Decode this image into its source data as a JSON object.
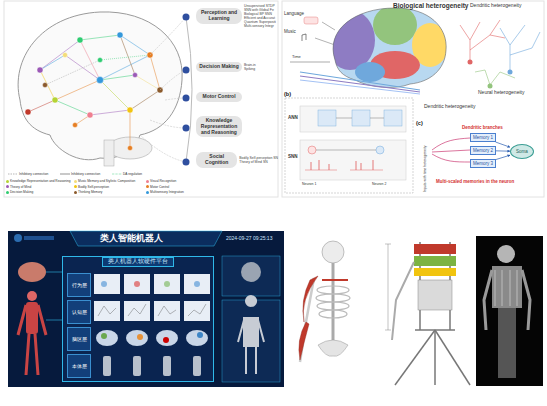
{
  "diagram": {
    "nodes": [
      {
        "text": [
          "Perception and Learning",
          "Unsupervised STDP",
          "SNN with Global Fe",
          "Biological BP SNN",
          "Efficient and Accurat",
          "Quantum Superpositi",
          "Multi-sensory Integr"
        ]
      },
      {
        "text": [
          "Decision Making",
          "Brain-in",
          "Spiking"
        ]
      },
      {
        "text": [
          "Motor Control"
        ]
      },
      {
        "text": [
          "Knowledge Representation and Reasoning"
        ]
      },
      {
        "text": [
          "Social Cognition",
          "Bodily Self-perception SN",
          "Theory of Mind SN"
        ]
      },
      {
        "text": [
          "Memory 1"
        ]
      },
      {
        "text": [
          "Memory 2"
        ]
      },
      {
        "text": [
          "Memory 3"
        ]
      },
      {
        "text": [
          "Soma"
        ]
      },
      {
        "text": [
          "类人机器人软硬件平台"
        ]
      },
      {
        "text": [
          "行为层"
        ],
        "in": 9
      },
      {
        "text": [
          "认知层"
        ],
        "in": 9
      },
      {
        "text": [
          "脑区层"
        ],
        "in": 9
      },
      {
        "text": [
          "本体层"
        ],
        "in": 9
      }
    ],
    "edges": [
      {
        "from": 5,
        "to": 8,
        "arrow": "to"
      },
      {
        "from": 6,
        "to": 8,
        "arrow": "to"
      },
      {
        "from": 7,
        "to": 8,
        "arrow": "to"
      }
    ],
    "labels": [
      "Biological heterogeneity",
      "Dendritic heterogeneity",
      "Neural heterogeneity",
      "Language",
      "Music",
      "Time",
      "(b)",
      "(c)",
      "ANN",
      "SNN",
      "Dendritic heterogeneity",
      "Dendritic branches",
      "Multi-scaled memories in the neuron",
      "Neuron 1",
      "Neuron 2",
      "Inputs with time heterogeneity",
      "类人智能机器人",
      "2024-09-27 09:25:13"
    ],
    "legend": [
      {
        "text": "Inhibitory connection"
      },
      {
        "text": "Inhibitory connection"
      },
      {
        "text": "DA regulation"
      },
      {
        "text": "Knowledge Representation and Reasoning",
        "color": "#b5d334"
      },
      {
        "text": "Music Memory and Stylistic Composition",
        "color": "#f3dc7a"
      },
      {
        "text": "Visual Recognition",
        "color": "#ef7f8f"
      },
      {
        "text": "Theory of Mind",
        "color": "#9b59b6"
      },
      {
        "text": "Bodily Self-perception",
        "color": "#f1c40f"
      },
      {
        "text": "Motor Control",
        "color": "#e67e22"
      },
      {
        "text": "Decision Making",
        "color": "#2ecc71"
      },
      {
        "text": "Thinking Memory",
        "color": "#8b5a2b"
      },
      {
        "text": "Multisensory Integration",
        "color": "#3498db"
      }
    ]
  }
}
